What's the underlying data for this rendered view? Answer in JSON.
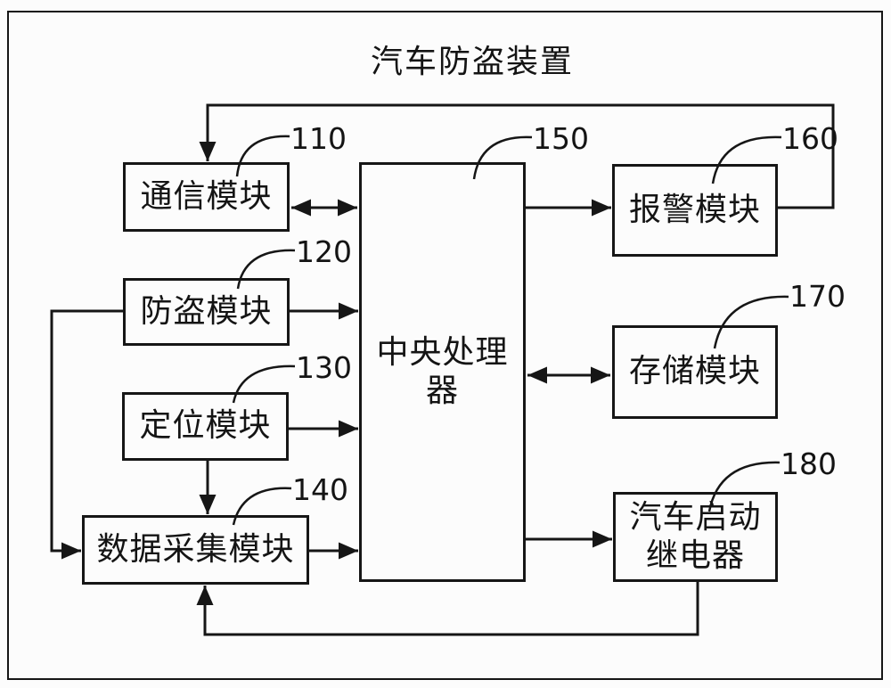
{
  "figure": {
    "title": "汽车防盗装置",
    "blocks": [
      {
        "ref": "110",
        "label": "通信模块"
      },
      {
        "ref": "120",
        "label": "防盗模块"
      },
      {
        "ref": "130",
        "label": "定位模块"
      },
      {
        "ref": "140",
        "label": "数据采集模块"
      },
      {
        "ref": "150",
        "label": "中央处理器"
      },
      {
        "ref": "160",
        "label": "报警模块"
      },
      {
        "ref": "170",
        "label": "存储模块"
      },
      {
        "ref": "180",
        "label": "汽车启动继电器"
      }
    ],
    "connections": [
      {
        "from": "通信模块",
        "to": "中央处理器",
        "type": "bidirectional"
      },
      {
        "from": "防盗模块",
        "to": "中央处理器",
        "type": "arrow"
      },
      {
        "from": "定位模块",
        "to": "中央处理器",
        "type": "arrow"
      },
      {
        "from": "数据采集模块",
        "to": "中央处理器",
        "type": "arrow"
      },
      {
        "from": "中央处理器",
        "to": "报警模块",
        "type": "arrow"
      },
      {
        "from": "中央处理器",
        "to": "存储模块",
        "type": "bidirectional"
      },
      {
        "from": "中央处理器",
        "to": "汽车启动继电器",
        "type": "arrow"
      },
      {
        "from": "报警模块",
        "to": "通信模块",
        "type": "arrow",
        "route": "top-feedback"
      },
      {
        "from": "防盗模块",
        "to": "数据采集模块",
        "type": "arrow",
        "route": "left-feedback"
      },
      {
        "from": "定位模块",
        "to": "数据采集模块",
        "type": "arrow",
        "route": "vertical"
      },
      {
        "from": "汽车启动继电器",
        "to": "数据采集模块",
        "type": "arrow",
        "route": "bottom-feedback"
      }
    ],
    "colors": {
      "ink": "#141414",
      "background": "#fcfcfc"
    }
  }
}
